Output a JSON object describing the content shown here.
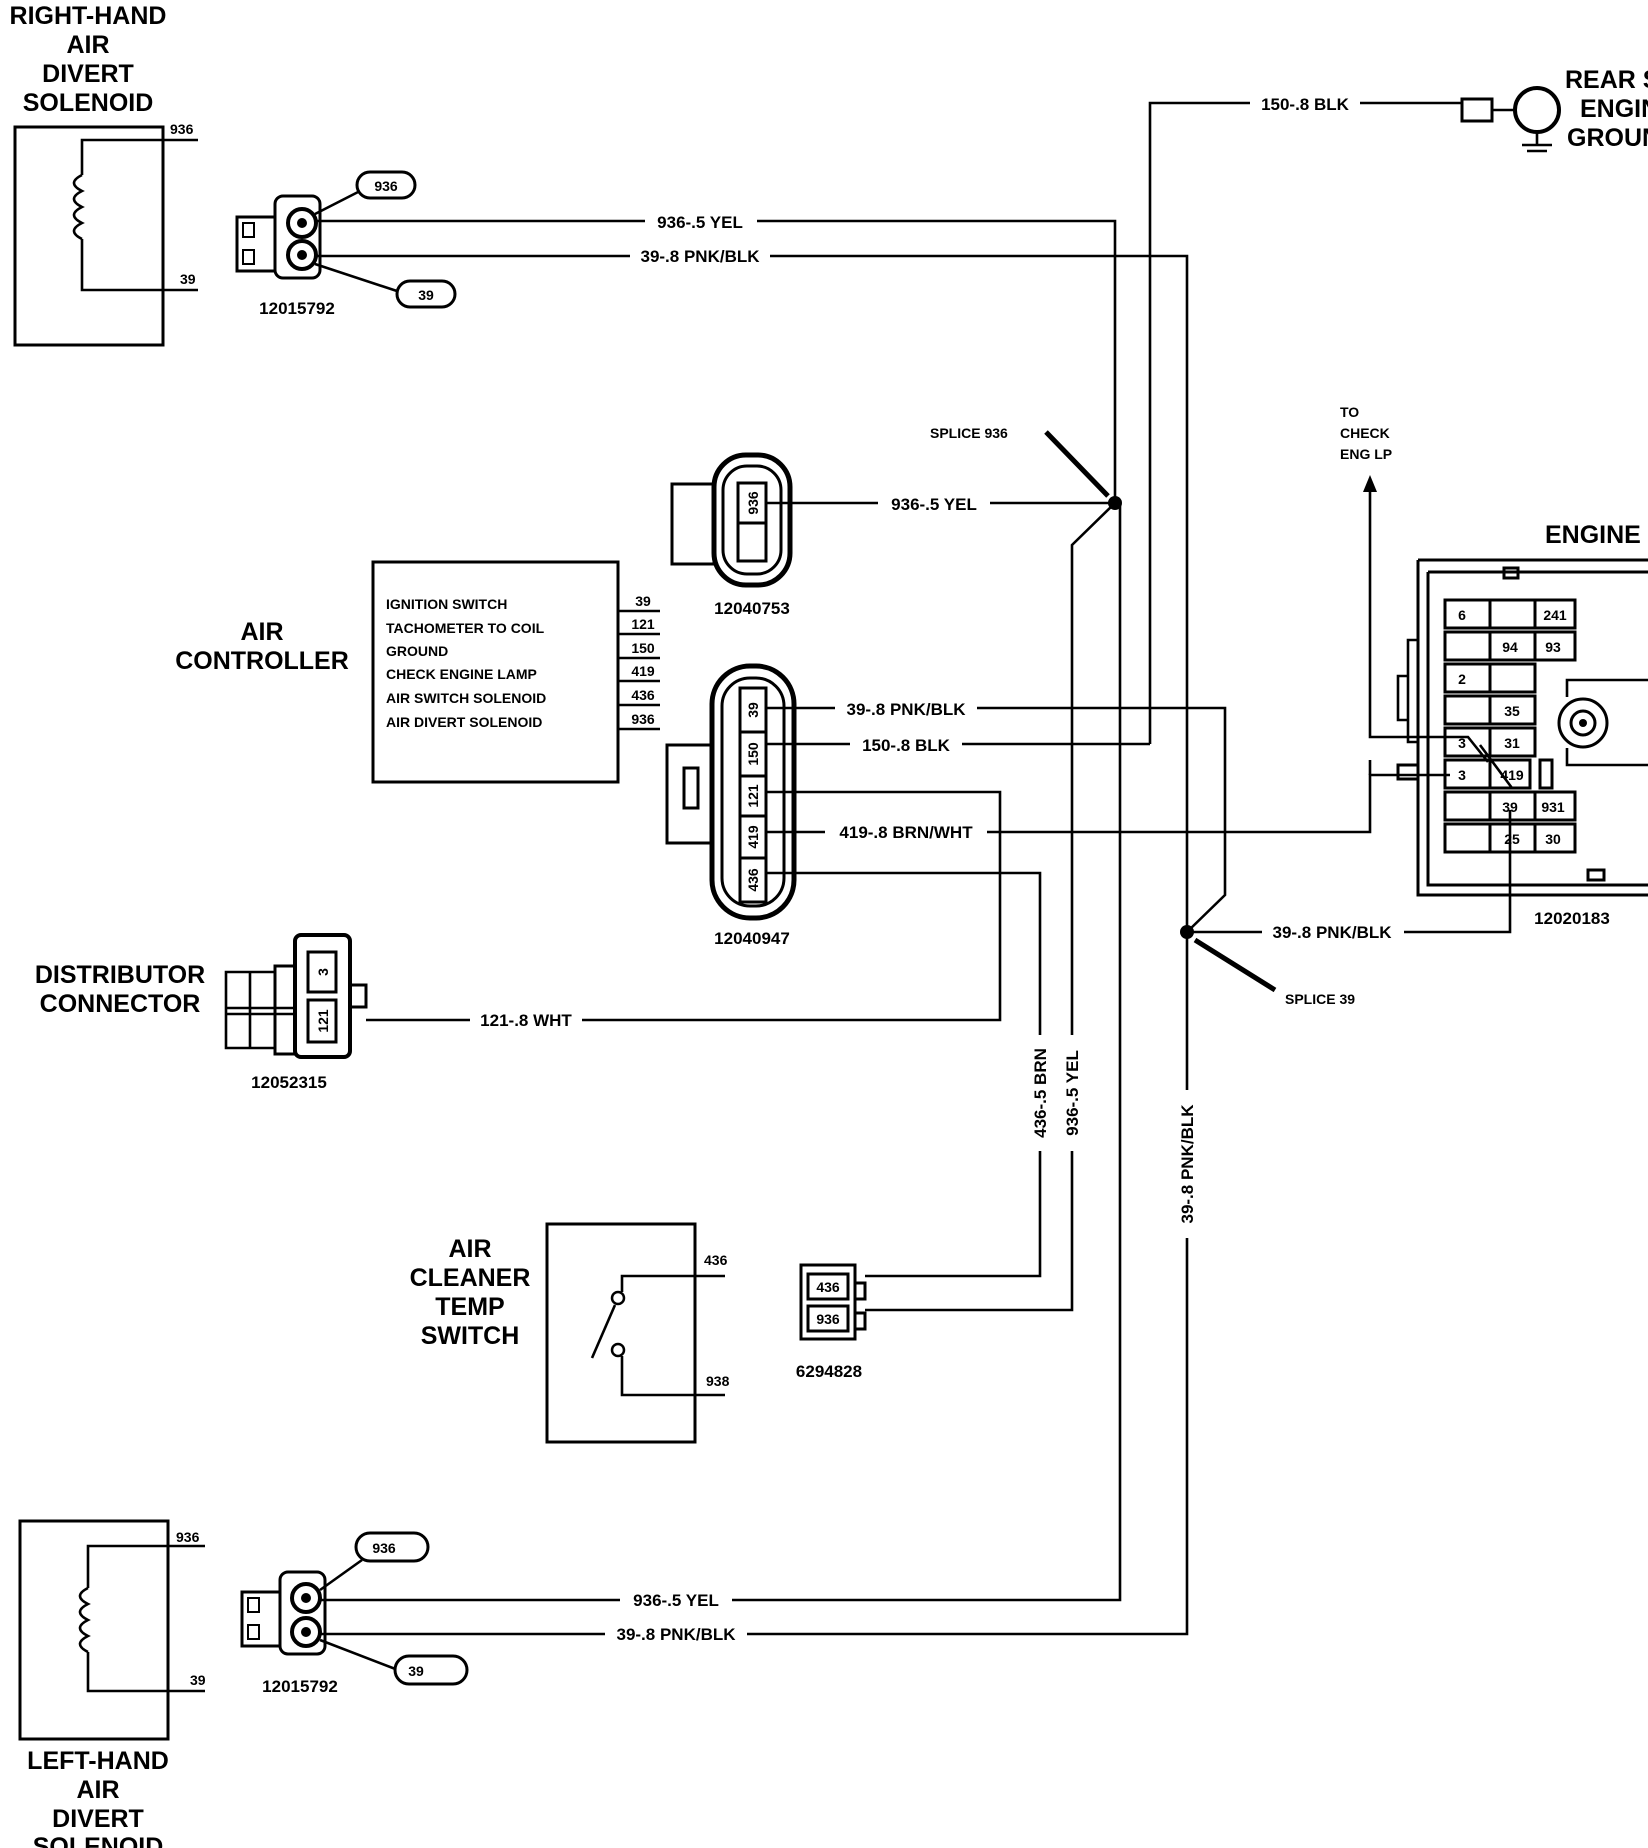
{
  "components": {
    "rh_solenoid": {
      "title": [
        "RIGHT-HAND",
        "AIR",
        "DIVERT",
        "SOLENOID"
      ],
      "pin_top": "936",
      "pin_bottom": "39"
    },
    "lh_solenoid": {
      "title": [
        "LEFT-HAND",
        "AIR",
        "DIVERT",
        "SOLENOID"
      ],
      "pin_top": "936",
      "pin_bottom": "39"
    },
    "rh_connector": {
      "part": "12015792",
      "tag_top": "936",
      "tag_bottom": "39"
    },
    "lh_connector": {
      "part": "12015792",
      "tag_top": "936",
      "tag_bottom": "39"
    },
    "rear_ground": {
      "title": [
        "REAR SI",
        "ENGIN",
        "GROUN"
      ]
    },
    "air_controller": {
      "title": [
        "AIR",
        "CONTROLLER"
      ],
      "rows": [
        {
          "label": "IGNITION SWITCH",
          "pin": "39"
        },
        {
          "label": "TACHOMETER TO COIL",
          "pin": "121"
        },
        {
          "label": "GROUND",
          "pin": "150"
        },
        {
          "label": "CHECK ENGINE LAMP",
          "pin": "419"
        },
        {
          "label": "AIR SWITCH SOLENOID",
          "pin": "436"
        },
        {
          "label": "AIR DIVERT SOLENOID",
          "pin": "936"
        }
      ]
    },
    "conn_12040753": {
      "part": "12040753",
      "cavity": "936"
    },
    "conn_12040947": {
      "part": "12040947",
      "cavities": [
        "39",
        "150",
        "121",
        "419",
        "436"
      ]
    },
    "distributor": {
      "title": [
        "DISTRIBUTOR",
        "CONNECTOR"
      ],
      "part": "12052315",
      "cav_top": "3",
      "cav_bottom": "121"
    },
    "air_cleaner_switch": {
      "title": [
        "AIR",
        "CLEANER",
        "TEMP",
        "SWITCH"
      ],
      "pin_top": "436",
      "pin_bottom": "938"
    },
    "conn_6294828": {
      "part": "6294828",
      "cav_top": "436",
      "cav_bottom": "936"
    },
    "engine": {
      "title": "ENGINE",
      "part": "12020183",
      "to_lamp": [
        "TO",
        "CHECK",
        "ENG LP"
      ],
      "cells": [
        "6",
        "241",
        "94",
        "93",
        "2",
        "35",
        "3",
        "31",
        "3",
        "419",
        "39",
        "931",
        "25",
        "30"
      ]
    }
  },
  "wires": {
    "w936_top": "936-.5 YEL",
    "w39_top": "39-.8 PNK/BLK",
    "w150_top": "150-.8 BLK",
    "w936_mid": "936-.5 YEL",
    "w39_mid": "39-.8 PNK/BLK",
    "w150_mid": "150-.8 BLK",
    "w419": "419-.8 BRN/WHT",
    "w121": "121-.8 WHT",
    "w39_splice": "39-.8 PNK/BLK",
    "v436": "436-.5 BRN",
    "v936": "936-.5 YEL",
    "v39": "39-.8 PNK/BLK",
    "w936_bot": "936-.5 YEL",
    "w39_bot": "39-.8 PNK/BLK"
  },
  "splices": {
    "s936": "SPLICE 936",
    "s39": "SPLICE 39"
  }
}
